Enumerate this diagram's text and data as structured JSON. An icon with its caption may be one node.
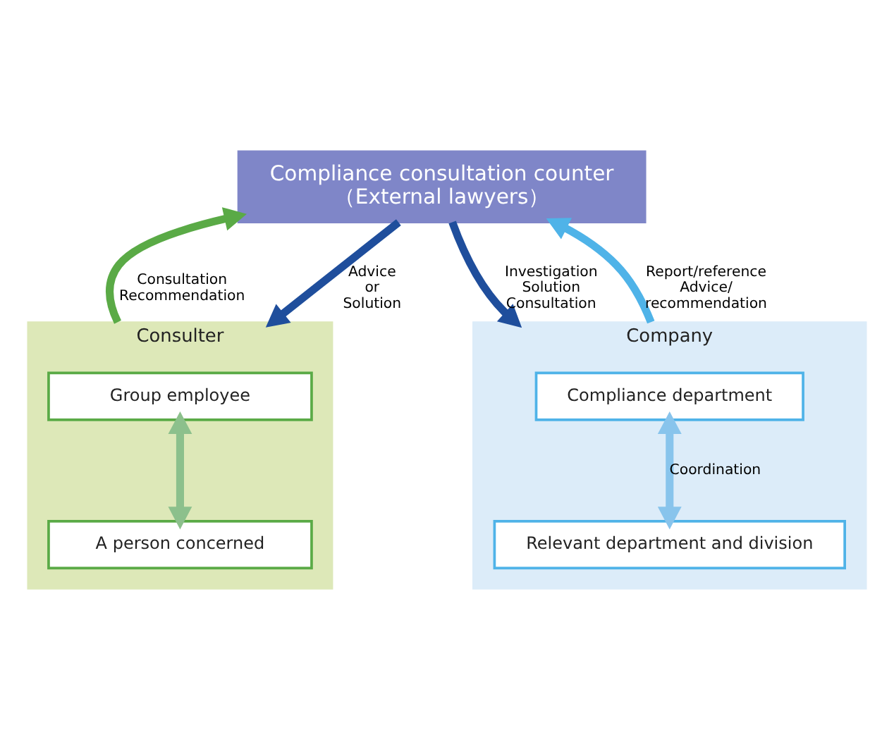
{
  "diagram": {
    "nodes": [
      {
        "text": [
          "Compliance consultation counter",
          "（External lawyers）"
        ]
      },
      {
        "text": [
          "Consulter"
        ]
      },
      {
        "text": [
          "Group employee"
        ],
        "in": 1
      },
      {
        "text": [
          "A person concerned"
        ],
        "in": 1
      },
      {
        "text": [
          "Company"
        ]
      },
      {
        "text": [
          "Compliance department"
        ],
        "in": 4
      },
      {
        "text": [
          "Relevant department and division"
        ],
        "in": 4
      }
    ],
    "edges": [
      {
        "from": 1,
        "to": 0,
        "arrow": "to",
        "label": "Consultation Recommendation",
        "color": "#5aaa46"
      },
      {
        "from": 0,
        "to": 1,
        "arrow": "to",
        "label": "Advice or Solution",
        "color": "#1f4e9c"
      },
      {
        "from": 0,
        "to": 4,
        "arrow": "to",
        "label": "Investigation Solution Consultation",
        "color": "#1f4e9c"
      },
      {
        "from": 4,
        "to": 0,
        "arrow": "to",
        "label": "Report/reference Advice/ recommendation",
        "color": "#4fb3e8"
      },
      {
        "from": 2,
        "to": 3,
        "arrow": "both",
        "color": "#8cc08c"
      },
      {
        "from": 5,
        "to": 6,
        "arrow": "both",
        "label": "Coordination",
        "color": "#88c4ec"
      }
    ]
  }
}
